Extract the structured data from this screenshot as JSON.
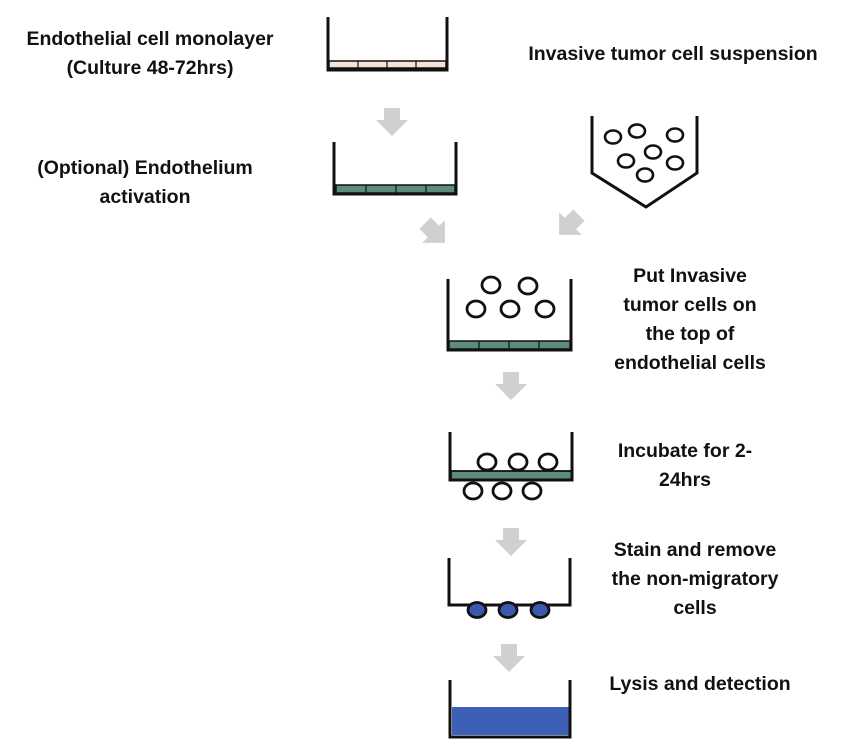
{
  "colors": {
    "outline": "#111111",
    "arrow": "#d0d0d0",
    "monolayer_fill": "#f4e3d8",
    "endothelium_fill": "#5f8b7c",
    "stained_cell": "#3b57b0",
    "detection_fill": "#3d60b6"
  },
  "steps": {
    "monolayer": {
      "lines": [
        "Endothelial cell monolayer",
        "(Culture 48-72hrs)"
      ]
    },
    "suspension": {
      "lines": [
        "Invasive tumor cell suspension"
      ]
    },
    "activation": {
      "lines": [
        "(Optional) Endothelium",
        "activation"
      ]
    },
    "put_cells": {
      "lines": [
        "Put Invasive",
        "tumor cells on",
        "the top of",
        "endothelial cells"
      ]
    },
    "incubate": {
      "lines": [
        "Incubate for 2-",
        "24hrs"
      ]
    },
    "stain": {
      "lines": [
        "Stain and remove",
        "the non-migratory",
        "cells"
      ]
    },
    "lysis": {
      "lines": [
        "Lysis and detection"
      ]
    }
  }
}
